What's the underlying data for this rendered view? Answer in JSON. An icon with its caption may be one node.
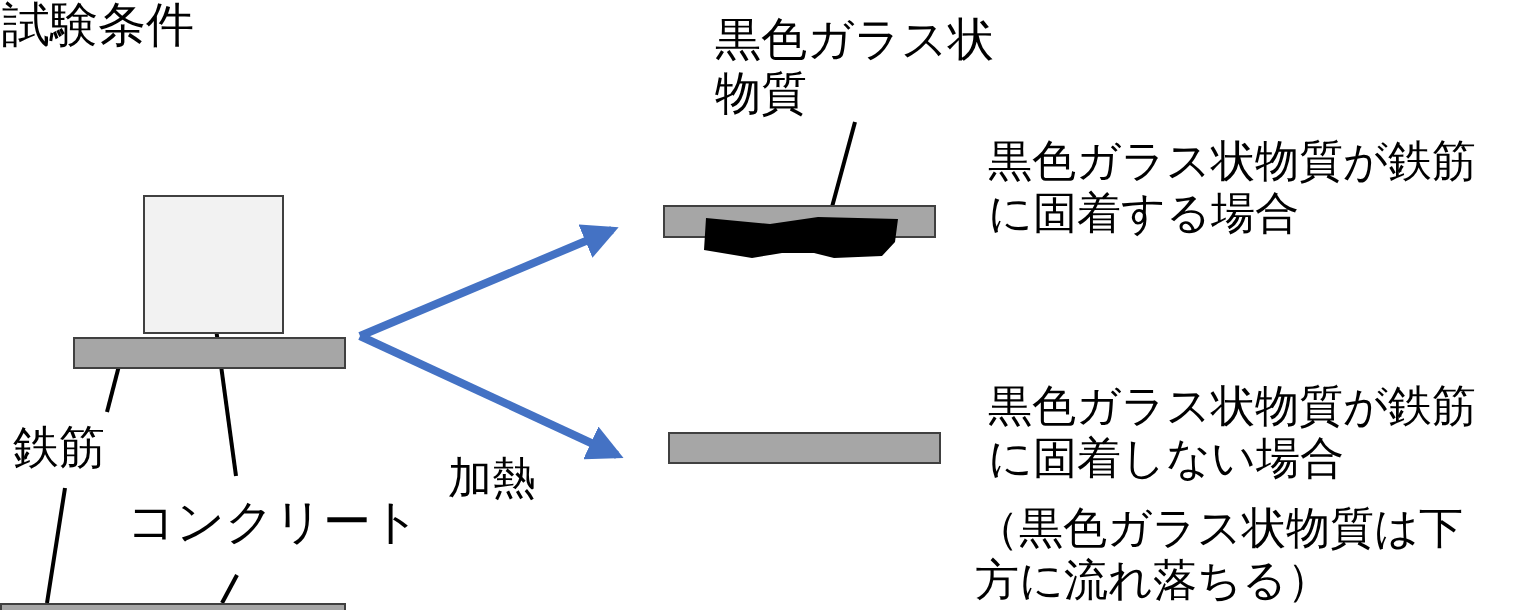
{
  "diagram": {
    "nodes": [
      {
        "text": [],
        "shape": "box"
      },
      {
        "text": [],
        "shape": "bar"
      },
      {
        "text": [],
        "shape": "bar"
      },
      {
        "text": [],
        "shape": "polygon"
      },
      {
        "text": [],
        "shape": "bar"
      },
      {
        "text": [
          "黒色ガラス状物質"
        ]
      },
      {
        "text": [
          "鉄筋"
        ]
      },
      {
        "text": [
          "コンクリート"
        ]
      },
      {
        "text": [],
        "shape": "bar"
      }
    ],
    "edges": [
      {
        "from": 1,
        "to": 2,
        "arrow": "to",
        "style": "thick",
        "color": "#4472c4"
      },
      {
        "from": 1,
        "to": 4,
        "arrow": "to",
        "style": "thick",
        "color": "#4472c4"
      },
      {
        "from": 5,
        "to": 3,
        "arrow": "none"
      },
      {
        "from": 6,
        "to": 1,
        "arrow": "none"
      },
      {
        "from": 7,
        "to": 0,
        "arrow": "none"
      },
      {
        "from": 6,
        "to": 8,
        "arrow": "none"
      },
      {
        "from": 7,
        "to": 8,
        "arrow": "none"
      }
    ],
    "labels": [
      "試験条件",
      "黒色ガラス状物質が鉄筋に固着する場合",
      "黒色ガラス状物質が鉄筋に固着しない場合",
      "（黒色ガラス状物質は下方に流れ落ちる）",
      "加熱"
    ]
  }
}
